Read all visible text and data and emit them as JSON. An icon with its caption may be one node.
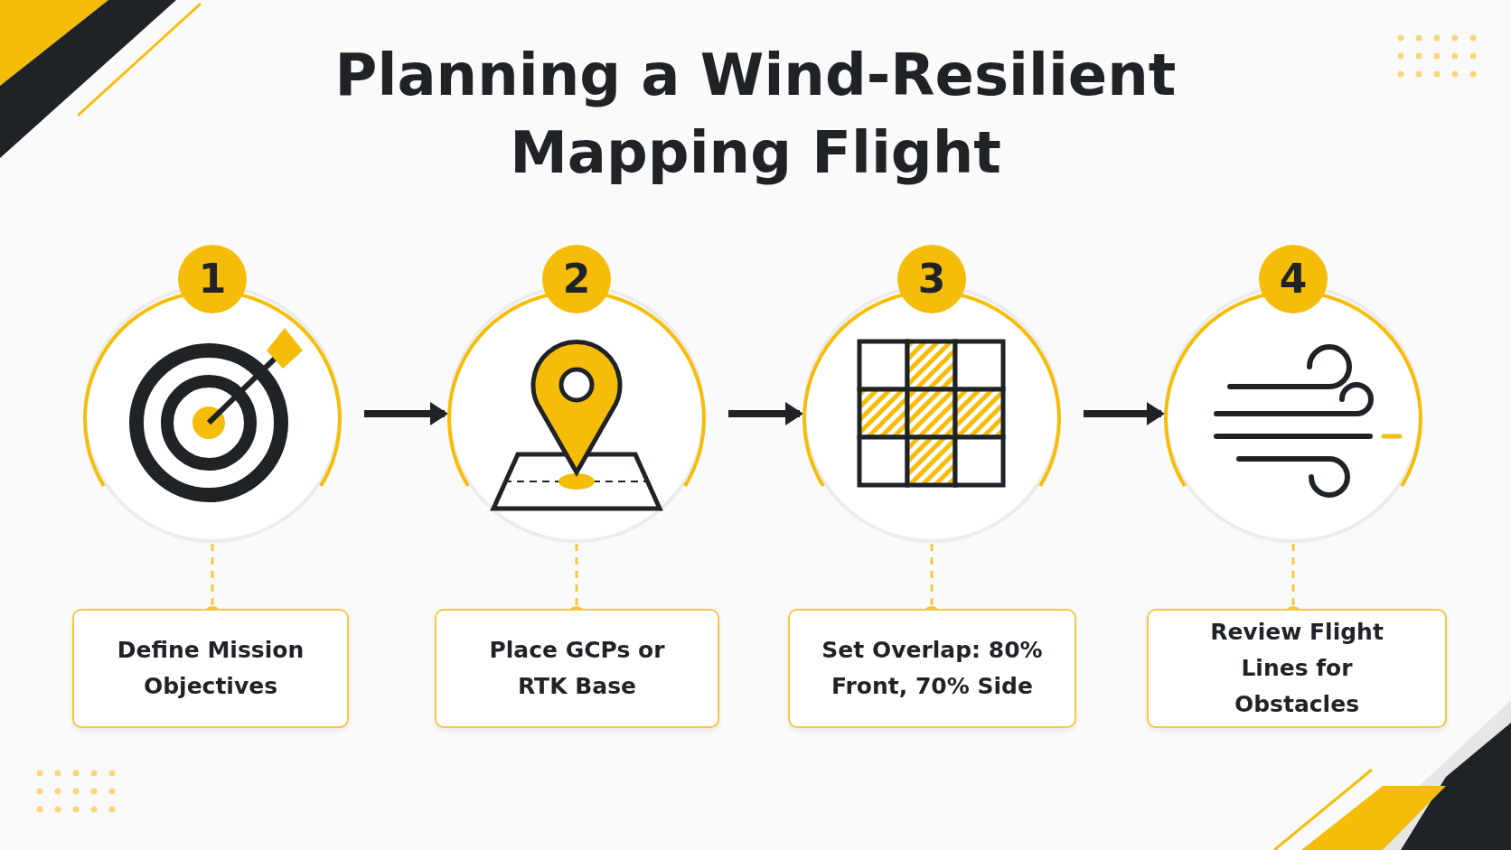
{
  "diagram": {
    "title": "Planning a **Wind-Resilient** Mapping Flight",
    "nodes": [
      {
        "text": [
          "1"
        ]
      },
      {
        "text": [
          "2"
        ]
      },
      {
        "text": [
          "3"
        ]
      },
      {
        "text": [
          "4"
        ]
      },
      {
        "text": [
          "Define Mission Objectives"
        ]
      },
      {
        "text": [
          "Place GCPs or RTK Base"
        ]
      },
      {
        "text": [
          "Set Overlap: 80% Front, 70% Side"
        ]
      },
      {
        "text": [
          "Review Flight Lines for Obstacles"
        ]
      }
    ],
    "edges": [
      {
        "from": 0,
        "to": 1,
        "arrow": "to",
        "style": "thick",
        "color": "#1f2328"
      },
      {
        "from": 1,
        "to": 2,
        "arrow": "to",
        "style": "thick",
        "color": "#1f2328"
      },
      {
        "from": 2,
        "to": 3,
        "arrow": "to",
        "style": "thick",
        "color": "#1f2328"
      },
      {
        "from": 0,
        "to": 4,
        "arrow": "other",
        "style": "dashed"
      },
      {
        "from": 1,
        "to": 5,
        "arrow": "other",
        "style": "dashed"
      },
      {
        "from": 2,
        "to": 6,
        "arrow": "other",
        "style": "dashed"
      },
      {
        "from": 3,
        "to": 7,
        "arrow": "other",
        "style": "dashed"
      }
    ]
  }
}
